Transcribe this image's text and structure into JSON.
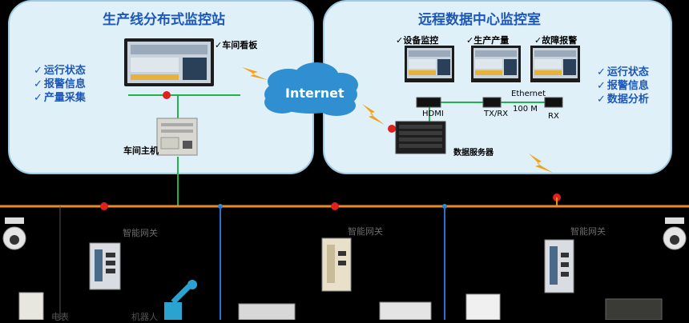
{
  "left_panel": {
    "title": "生产线分布式监控站",
    "monitor_label": "车间看板",
    "host_label": "车间主机",
    "status_items": [
      "运行状态",
      "报警信息",
      "产量采集"
    ]
  },
  "right_panel": {
    "title": "远程数据中心监控室",
    "monitor_labels": [
      "设备监控",
      "生产产量",
      "故障报警"
    ],
    "status_items": [
      "运行状态",
      "报警信息",
      "数据分析"
    ],
    "hdmi_label": "HDMI",
    "txrx_label": "TX/RX",
    "ethernet_label": "Ethernet",
    "speed_label": "100 M",
    "rx_label": "RX",
    "server_label": "数据服务器"
  },
  "cloud_label": "Internet",
  "gateway_labels": [
    "智能网关",
    "智能网关",
    "智能网关"
  ],
  "device_labels": [
    "电表",
    "机器人"
  ],
  "colors": {
    "panel_bg": "#dff0f9",
    "title_blue": "#1d57b8",
    "bus_orange": "#e98b2d",
    "link_green": "#22b24c",
    "node_red": "#e0201c",
    "cloud_blue": "#2f8fd0"
  }
}
